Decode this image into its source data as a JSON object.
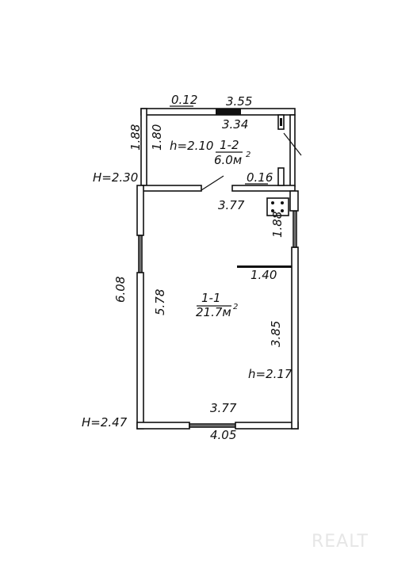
{
  "annex": {
    "dim_top_wall": "0.12",
    "dim_outer_length": "3.55",
    "dim_inner_length": "3.34",
    "dim_outer_height": "1.88",
    "dim_inner_height": "1.80",
    "ceiling_height": "h=2.10",
    "room_number": "1-2",
    "room_area": "6.0м",
    "area_unit_power": "2",
    "dim_partition": "0.16",
    "floor_height_label": "H=2.30"
  },
  "main_room": {
    "dim_top_inner": "3.77",
    "dim_niche": "1.88",
    "dim_partition_length": "1.40",
    "dim_outer_height": "6.08",
    "dim_inner_height": "5.78",
    "room_number": "1-1",
    "room_area": "21.7м",
    "area_unit_power": "2",
    "dim_right_segment": "3.85",
    "ceiling_height": "h=2.17",
    "dim_bottom_inner": "3.77",
    "dim_bottom_outer": "4.05",
    "floor_height_label": "H=2.47"
  },
  "watermark": "REALT"
}
